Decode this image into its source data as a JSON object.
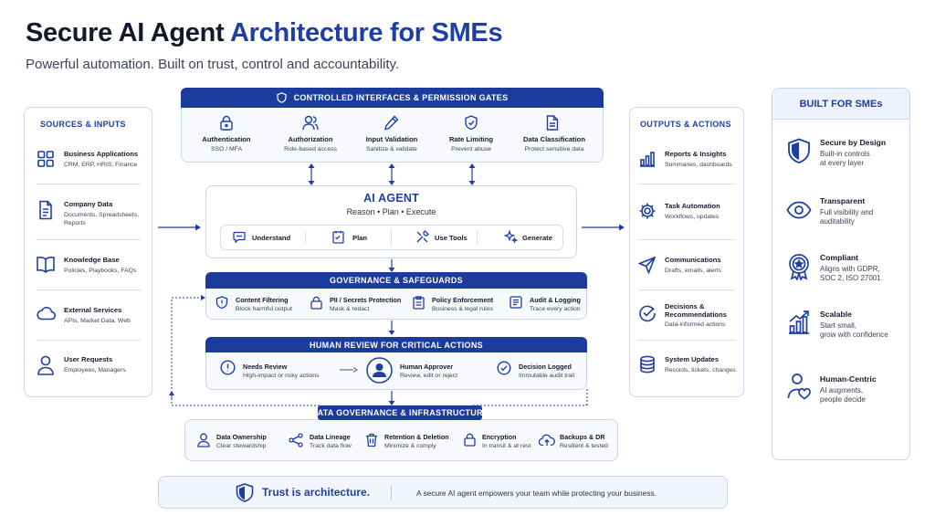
{
  "header": {
    "title_part1": "Secure AI Agent ",
    "title_part2": "Architecture for SMEs",
    "subtitle": "Powerful automation. Built on trust, control and accountability."
  },
  "sources": {
    "title": "SOURCES & INPUTS",
    "items": [
      {
        "title": "Business Applications",
        "desc": "CRM, ERP, HRIS, Finance",
        "icon": "grid-apps-icon"
      },
      {
        "title": "Company Data",
        "desc": "Documents, Spreadsheets,\nReports",
        "icon": "document-icon"
      },
      {
        "title": "Knowledge Base",
        "desc": "Policies, Playbooks, FAQs",
        "icon": "book-icon"
      },
      {
        "title": "External Services",
        "desc": "APIs, Market Data, Web",
        "icon": "cloud-icon"
      },
      {
        "title": "User Requests",
        "desc": "Employees, Managers",
        "icon": "user-icon"
      }
    ]
  },
  "interfaces": {
    "title": "CONTROLLED INTERFACES & PERMISSION GATES",
    "items": [
      {
        "title": "Authentication",
        "desc": "SSO / MFA"
      },
      {
        "title": "Authorization",
        "desc": "Role-based access"
      },
      {
        "title": "Input Validation",
        "desc": "Sanitize & validate"
      },
      {
        "title": "Rate Limiting",
        "desc": "Prevent abuse"
      },
      {
        "title": "Data Classification",
        "desc": "Protect sensitive data"
      }
    ]
  },
  "agent": {
    "title": "AI AGENT",
    "subtitle": "Reason • Plan • Execute",
    "steps": [
      "Understand",
      "Plan",
      "Use Tools",
      "Generate"
    ]
  },
  "governance": {
    "title": "GOVERNANCE & SAFEGUARDS",
    "items": [
      {
        "title": "Content Filtering",
        "desc": "Block harmful output"
      },
      {
        "title": "PII / Secrets Protection",
        "desc": "Mask & redact"
      },
      {
        "title": "Policy Enforcement",
        "desc": "Business & legal rules"
      },
      {
        "title": "Audit & Logging",
        "desc": "Trace every action"
      }
    ]
  },
  "review": {
    "title": "HUMAN REVIEW FOR CRITICAL ACTIONS",
    "items": [
      {
        "title": "Needs Review",
        "desc": "High-impact or risky actions"
      },
      {
        "title": "Human Approver",
        "desc": "Review, edit or reject"
      },
      {
        "title": "Decision Logged",
        "desc": "Immutable audit trail"
      }
    ]
  },
  "infra": {
    "title": "DATA GOVERNANCE & INFRASTRUCTURE",
    "items": [
      {
        "title": "Data Ownership",
        "desc": "Clear stewardship"
      },
      {
        "title": "Data Lineage",
        "desc": "Track data flow"
      },
      {
        "title": "Retention & Deletion",
        "desc": "Minimize & comply"
      },
      {
        "title": "Encryption",
        "desc": "In transit & at rest"
      },
      {
        "title": "Backups & DR",
        "desc": "Resilient & tested"
      }
    ]
  },
  "outputs": {
    "title": "OUTPUTS & ACTIONS",
    "items": [
      {
        "title": "Reports & Insights",
        "desc": "Summaries, dashboards"
      },
      {
        "title": "Task Automation",
        "desc": "Workflows, updates"
      },
      {
        "title": "Communications",
        "desc": "Drafts, emails, alerts"
      },
      {
        "title": "Decisions &\nRecommendations",
        "desc": "Data-informed actions"
      },
      {
        "title": "System Updates",
        "desc": "Records, tickets, changes"
      }
    ]
  },
  "smes": {
    "title": "BUILT FOR SMEs",
    "items": [
      {
        "title": "Secure by Design",
        "desc": "Built-in controls\nat every layer"
      },
      {
        "title": "Transparent",
        "desc": "Full visibility and\nauditability"
      },
      {
        "title": "Compliant",
        "desc": "Aligns with GDPR,\nSOC 2, ISO 27001"
      },
      {
        "title": "Scalable",
        "desc": "Start small,\ngrow with confidence"
      },
      {
        "title": "Human-Centric",
        "desc": "AI augments,\npeople decide"
      }
    ]
  },
  "footer": {
    "headline": "Trust is architecture.",
    "tagline": "A secure AI agent empowers your team while protecting your business."
  },
  "colors": {
    "navy": "#1b3c9c",
    "accent": "#1d3fa3",
    "text": "#141a2e"
  }
}
